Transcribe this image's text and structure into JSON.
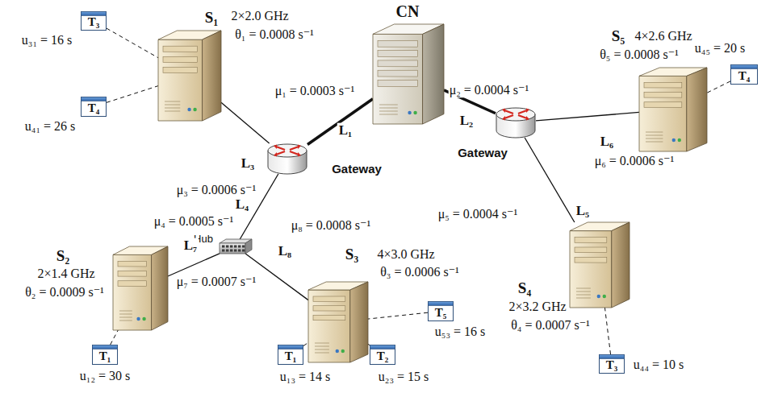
{
  "diagram": {
    "nodes": [
      {
        "text": [
          "T₃",
          "u₃₁ = 16 s"
        ]
      },
      {
        "text": [
          "S₁",
          "2×2.0 GHz",
          "θ₁ = 0.0008 s⁻¹"
        ]
      },
      {
        "text": [
          "CN"
        ]
      },
      {
        "text": [
          "S₅",
          "4×2.6 GHz",
          "θ₅ = 0.0008 s⁻¹"
        ]
      },
      {
        "text": [
          "T₄",
          "u₄₅ = 20 s"
        ]
      },
      {
        "text": [
          "T₄",
          "u₄₁ = 26 s"
        ]
      },
      {
        "text": [
          "Gateway"
        ]
      },
      {
        "text": [
          "Gateway"
        ]
      },
      {
        "text": [
          "Hub"
        ]
      },
      {
        "text": [
          "S₂",
          "2×1.4 GHz",
          "θ₂ = 0.0009 s⁻¹"
        ]
      },
      {
        "text": [
          "S₃",
          "4×3.0 GHz",
          "θ₃ = 0.0006 s⁻¹"
        ]
      },
      {
        "text": [
          "T₅",
          "u₅₃ = 16 s"
        ]
      },
      {
        "text": [
          "S₄",
          "2×3.2 GHz",
          "θ₄ = 0.0007 s⁻¹"
        ]
      },
      {
        "text": [
          "T₁",
          "u₁₂ = 30 s"
        ]
      },
      {
        "text": [
          "T₁",
          "u₁₃ = 14 s"
        ]
      },
      {
        "text": [
          "T₂",
          "u₂₃ = 15 s"
        ]
      },
      {
        "text": [
          "T₃",
          "u₄₄ = 10 s"
        ]
      }
    ],
    "edges": [
      {
        "from": 6,
        "to": 2,
        "arrow": "none",
        "label": "L₁"
      },
      {
        "from": 2,
        "to": 7,
        "arrow": "none",
        "label": "L₂"
      },
      {
        "from": 1,
        "to": 6,
        "arrow": "none",
        "label": "L₃"
      },
      {
        "from": 6,
        "to": 8,
        "arrow": "none",
        "label": "L₄"
      },
      {
        "from": 7,
        "to": 12,
        "arrow": "none",
        "label": "L₅"
      },
      {
        "from": 7,
        "to": 3,
        "arrow": "none",
        "label": "L₆"
      },
      {
        "from": 8,
        "to": 9,
        "arrow": "none",
        "label": "L₇"
      },
      {
        "from": 8,
        "to": 10,
        "arrow": "none",
        "label": "L₈"
      },
      {
        "from": 0,
        "to": 1,
        "arrow": "none"
      },
      {
        "from": 5,
        "to": 1,
        "arrow": "none"
      },
      {
        "from": 4,
        "to": 3,
        "arrow": "none"
      },
      {
        "from": 13,
        "to": 9,
        "arrow": "none"
      },
      {
        "from": 14,
        "to": 10,
        "arrow": "none"
      },
      {
        "from": 15,
        "to": 10,
        "arrow": "none"
      },
      {
        "from": 11,
        "to": 10,
        "arrow": "none"
      },
      {
        "from": 16,
        "to": 12,
        "arrow": "none"
      }
    ],
    "labels": [
      "μ₁ = 0.0003 s⁻¹",
      "μ₂ = 0.0004 s⁻¹",
      "μ₃ = 0.0006 s⁻¹",
      "μ₄ = 0.0005 s⁻¹",
      "μ₅ = 0.0004 s⁻¹",
      "μ₆ = 0.0006 s⁻¹",
      "μ₇ = 0.0007 s⁻¹",
      "μ₈ = 0.0008 s⁻¹"
    ]
  }
}
